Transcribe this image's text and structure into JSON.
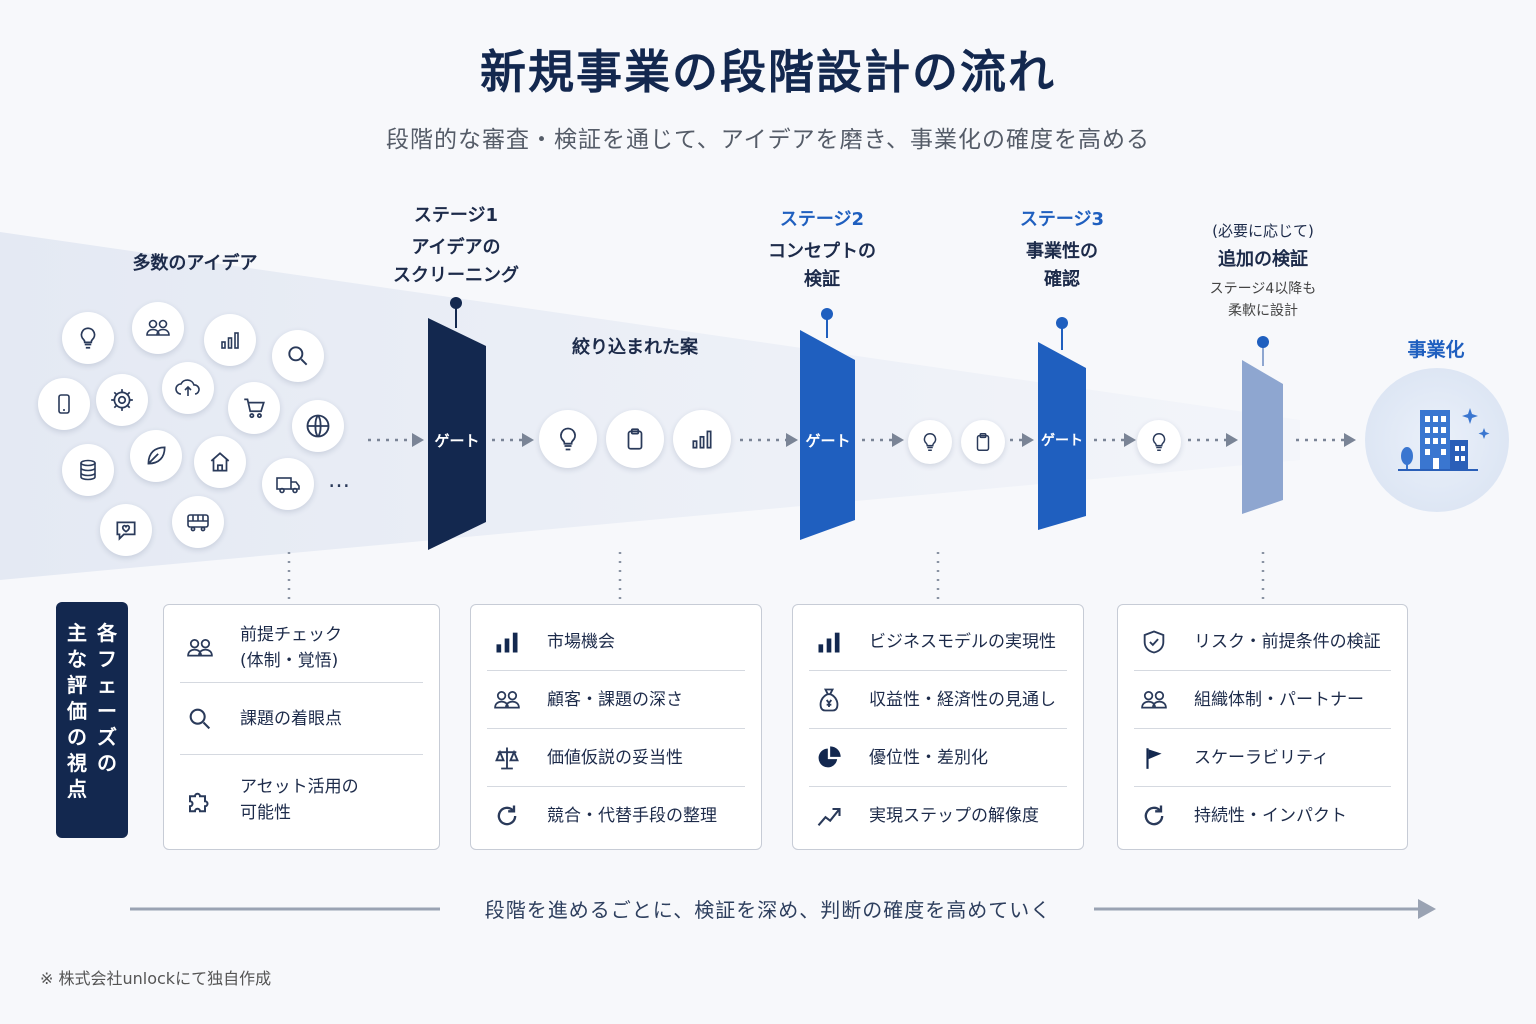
{
  "title": "新規事業の段階設計の流れ",
  "subtitle": "段階的な審査・検証を通じて、アイデアを磨き、事業化の確度を高める",
  "ideas": {
    "label": "多数のアイデア",
    "more": "…",
    "icons": [
      "lightbulb-icon",
      "people-icon",
      "bar-chart-icon",
      "search-icon",
      "smartphone-icon",
      "gear-icon",
      "cloud-upload-icon",
      "cart-icon",
      "globe-icon",
      "database-icon",
      "leaf-icon",
      "home-icon",
      "truck-icon",
      "heart-chat-icon",
      "bus-icon"
    ]
  },
  "stages": {
    "stage1": {
      "label": "ステージ1",
      "line1": "アイデアの",
      "line2": "スクリーニング"
    },
    "narrowed": "絞り込まれた案",
    "stage2": {
      "label": "ステージ2",
      "line1": "コンセプトの",
      "line2": "検証"
    },
    "stage3": {
      "label": "ステージ3",
      "line1": "事業性の",
      "line2": "確認"
    },
    "additional": {
      "note": "(必要に応じて)",
      "title": "追加の検証",
      "sub1": "ステージ4以降も",
      "sub2": "柔軟に設計"
    },
    "final": "事業化"
  },
  "gate_label": "ゲート",
  "colors": {
    "navy": "#13284f",
    "blue": "#1f5fbf",
    "light_blue": "#8ea6d0",
    "grey_line": "#9aa3b3"
  },
  "perspectives": {
    "tab_col1": "各フェーズの",
    "tab_col2": "主な評価の視点",
    "panel1": [
      {
        "icon": "people-icon",
        "text": "前提チェック\n(体制・覚悟)"
      },
      {
        "icon": "search-icon",
        "text": "課題の着眼点"
      },
      {
        "icon": "puzzle-icon",
        "text": "アセット活用の\n可能性"
      }
    ],
    "panel2": [
      {
        "icon": "bar-chart-icon",
        "text": "市場機会"
      },
      {
        "icon": "people-icon",
        "text": "顧客・課題の深さ"
      },
      {
        "icon": "scale-icon",
        "text": "価値仮説の妥当性"
      },
      {
        "icon": "refresh-icon",
        "text": "競合・代替手段の整理"
      }
    ],
    "panel3": [
      {
        "icon": "bar-chart-icon",
        "text": "ビジネスモデルの実現性"
      },
      {
        "icon": "money-bag-icon",
        "text": "収益性・経済性の見通し"
      },
      {
        "icon": "pie-chart-icon",
        "text": "優位性・差別化"
      },
      {
        "icon": "trend-up-icon",
        "text": "実現ステップの解像度"
      }
    ],
    "panel4": [
      {
        "icon": "shield-check-icon",
        "text": "リスク・前提条件の検証"
      },
      {
        "icon": "people-icon",
        "text": "組織体制・パートナー"
      },
      {
        "icon": "flag-icon",
        "text": "スケーラビリティ"
      },
      {
        "icon": "refresh-icon",
        "text": "持続性・インパクト"
      }
    ]
  },
  "bottom_message": "段階を進めるごとに、検証を深め、判断の確度を高めていく",
  "footnote": "※ 株式会社unlockにて独自作成"
}
